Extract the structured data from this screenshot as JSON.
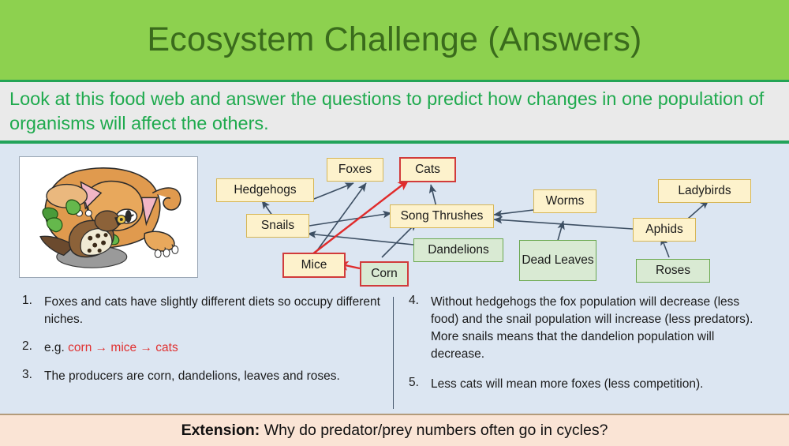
{
  "header": {
    "title": "Ecosystem Challenge (Answers)"
  },
  "subtitle": {
    "text": "Look at this food web and answer the questions to predict how changes in one population of organisms will affect the others."
  },
  "illustration": {
    "alt": "cat-with-thrush-illustration"
  },
  "food_web": {
    "nodes": [
      {
        "id": "hedgehogs",
        "label": "Hedgehogs",
        "type": "consumer",
        "highlight": false
      },
      {
        "id": "foxes",
        "label": "Foxes",
        "type": "consumer",
        "highlight": false
      },
      {
        "id": "cats",
        "label": "Cats",
        "type": "consumer",
        "highlight": true
      },
      {
        "id": "snails",
        "label": "Snails",
        "type": "consumer",
        "highlight": false
      },
      {
        "id": "song-thrushes",
        "label": "Song Thrushes",
        "type": "consumer",
        "highlight": false
      },
      {
        "id": "worms",
        "label": "Worms",
        "type": "consumer",
        "highlight": false
      },
      {
        "id": "ladybirds",
        "label": "Ladybirds",
        "type": "consumer",
        "highlight": false
      },
      {
        "id": "aphids",
        "label": "Aphids",
        "type": "consumer",
        "highlight": false
      },
      {
        "id": "mice",
        "label": "Mice",
        "type": "consumer",
        "highlight": true
      },
      {
        "id": "corn",
        "label": "Corn",
        "type": "producer",
        "highlight": true
      },
      {
        "id": "dandelions",
        "label": "Dandelions",
        "type": "producer",
        "highlight": false
      },
      {
        "id": "dead-leaves",
        "label": "Dead Leaves",
        "type": "producer",
        "highlight": false
      },
      {
        "id": "roses",
        "label": "Roses",
        "type": "producer",
        "highlight": false
      }
    ],
    "edges": [
      {
        "from": "hedgehogs",
        "to": "foxes",
        "highlight": false
      },
      {
        "from": "snails",
        "to": "hedgehogs",
        "highlight": false
      },
      {
        "from": "mice",
        "to": "foxes",
        "highlight": false
      },
      {
        "from": "mice",
        "to": "cats",
        "highlight": true
      },
      {
        "from": "corn",
        "to": "mice",
        "highlight": true
      },
      {
        "from": "song-thrushes",
        "to": "cats",
        "highlight": false
      },
      {
        "from": "snails",
        "to": "song-thrushes",
        "highlight": false
      },
      {
        "from": "corn",
        "to": "song-thrushes",
        "highlight": false
      },
      {
        "from": "dandelions",
        "to": "snails",
        "highlight": false
      },
      {
        "from": "worms",
        "to": "song-thrushes",
        "highlight": false
      },
      {
        "from": "dead-leaves",
        "to": "worms",
        "highlight": false
      },
      {
        "from": "aphids",
        "to": "song-thrushes",
        "highlight": false
      },
      {
        "from": "roses",
        "to": "aphids",
        "highlight": false
      },
      {
        "from": "aphids",
        "to": "ladybirds",
        "highlight": false
      }
    ],
    "colors": {
      "consumer_fill": "#fdf2cc",
      "consumer_border": "#d6b656",
      "producer_fill": "#d9ead3",
      "producer_border": "#6aa84f",
      "highlight_border": "#d13b3b",
      "arrow": "#3d4f63",
      "highlight_arrow": "#e02b2b",
      "background": "#dce6f2"
    }
  },
  "answers": {
    "left": [
      {
        "number": "1.",
        "text": "Foxes and cats have slightly different diets so occupy different niches."
      },
      {
        "number": "2.",
        "prefix": "e.g. ",
        "chain": "corn → mice → cats"
      },
      {
        "number": "3.",
        "text": "The producers are corn, dandelions, leaves and roses."
      }
    ],
    "right": [
      {
        "number": "4.",
        "text": "Without hedgehogs the fox population will decrease (less food) and the snail population will increase (less predators). More snails means that the dandelion population will decrease."
      },
      {
        "number": "5.",
        "text": "Less cats will mean more foxes (less competition)."
      }
    ]
  },
  "extension": {
    "label": "Extension:",
    "question": "Why do predator/prey numbers often go in cycles?"
  }
}
